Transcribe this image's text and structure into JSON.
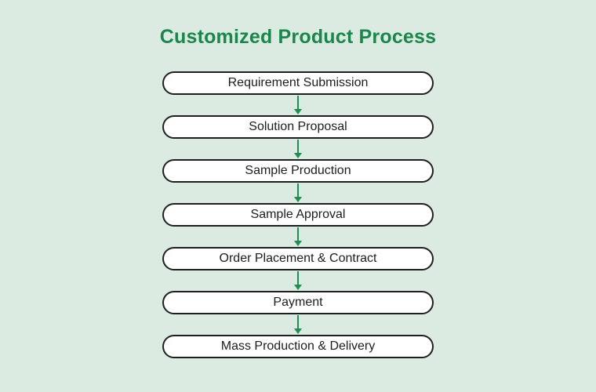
{
  "title": "Customized Product Process",
  "colors": {
    "background": "#dcebe2",
    "title_green": "#17884a",
    "arrow_green": "#1a9151",
    "box_border": "#1f1f1f",
    "box_fill": "#ffffff",
    "box_text": "#1d1d1d"
  },
  "flow": {
    "steps": [
      {
        "label": "Requirement Submission"
      },
      {
        "label": "Solution Proposal"
      },
      {
        "label": "Sample Production"
      },
      {
        "label": "Sample Approval"
      },
      {
        "label": "Order Placement & Contract"
      },
      {
        "label": "Payment"
      },
      {
        "label": "Mass Production & Delivery"
      }
    ]
  }
}
